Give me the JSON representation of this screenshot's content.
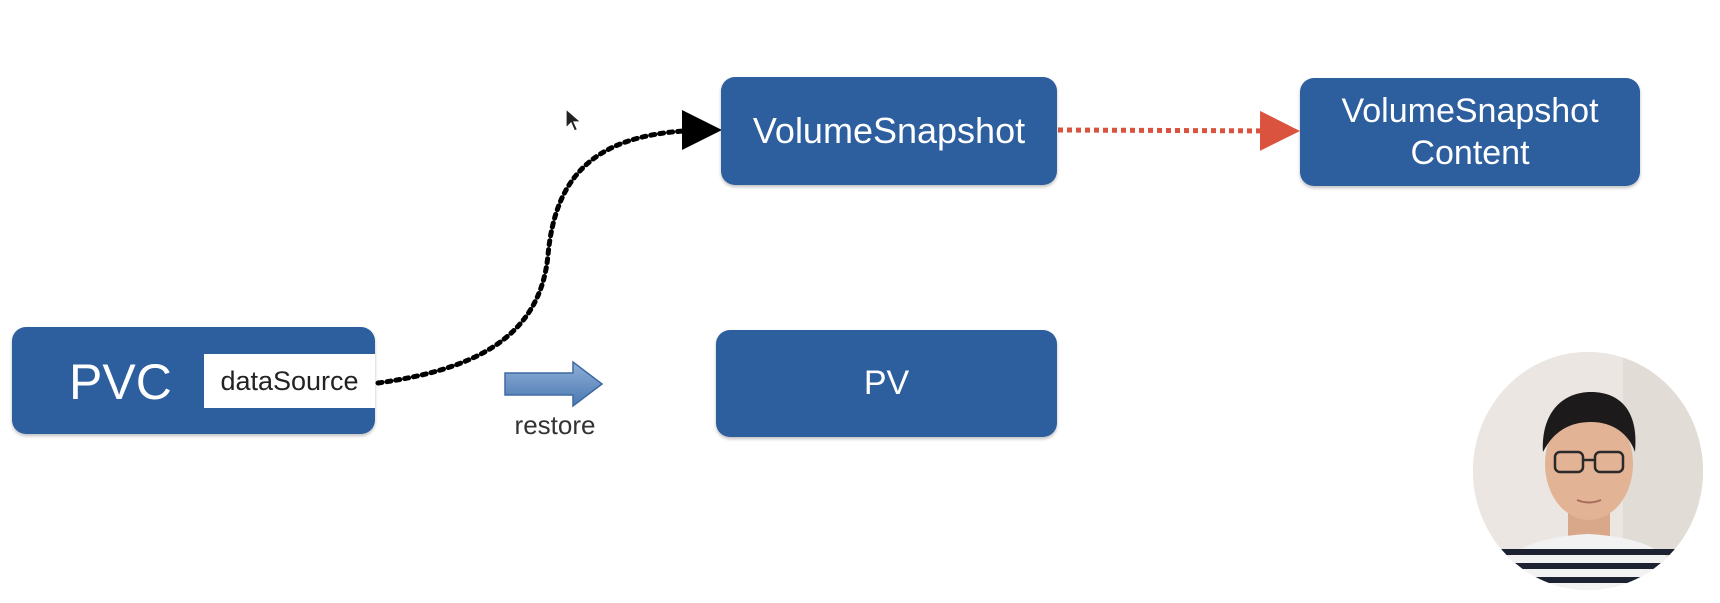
{
  "nodes": {
    "volume_snapshot": {
      "label": "VolumeSnapshot"
    },
    "volume_snapshot_content": {
      "line1": "VolumeSnapshot",
      "line2": "Content"
    },
    "pv": {
      "label": "PV"
    },
    "pvc": {
      "label": "PVC",
      "field": "dataSource"
    }
  },
  "edges": {
    "restore": {
      "label": "restore"
    }
  },
  "colors": {
    "box_fill": "#2d5e9e",
    "edge_black": "#000000",
    "edge_red": "#d9533f",
    "restore_arrow": "#5b89bf"
  }
}
